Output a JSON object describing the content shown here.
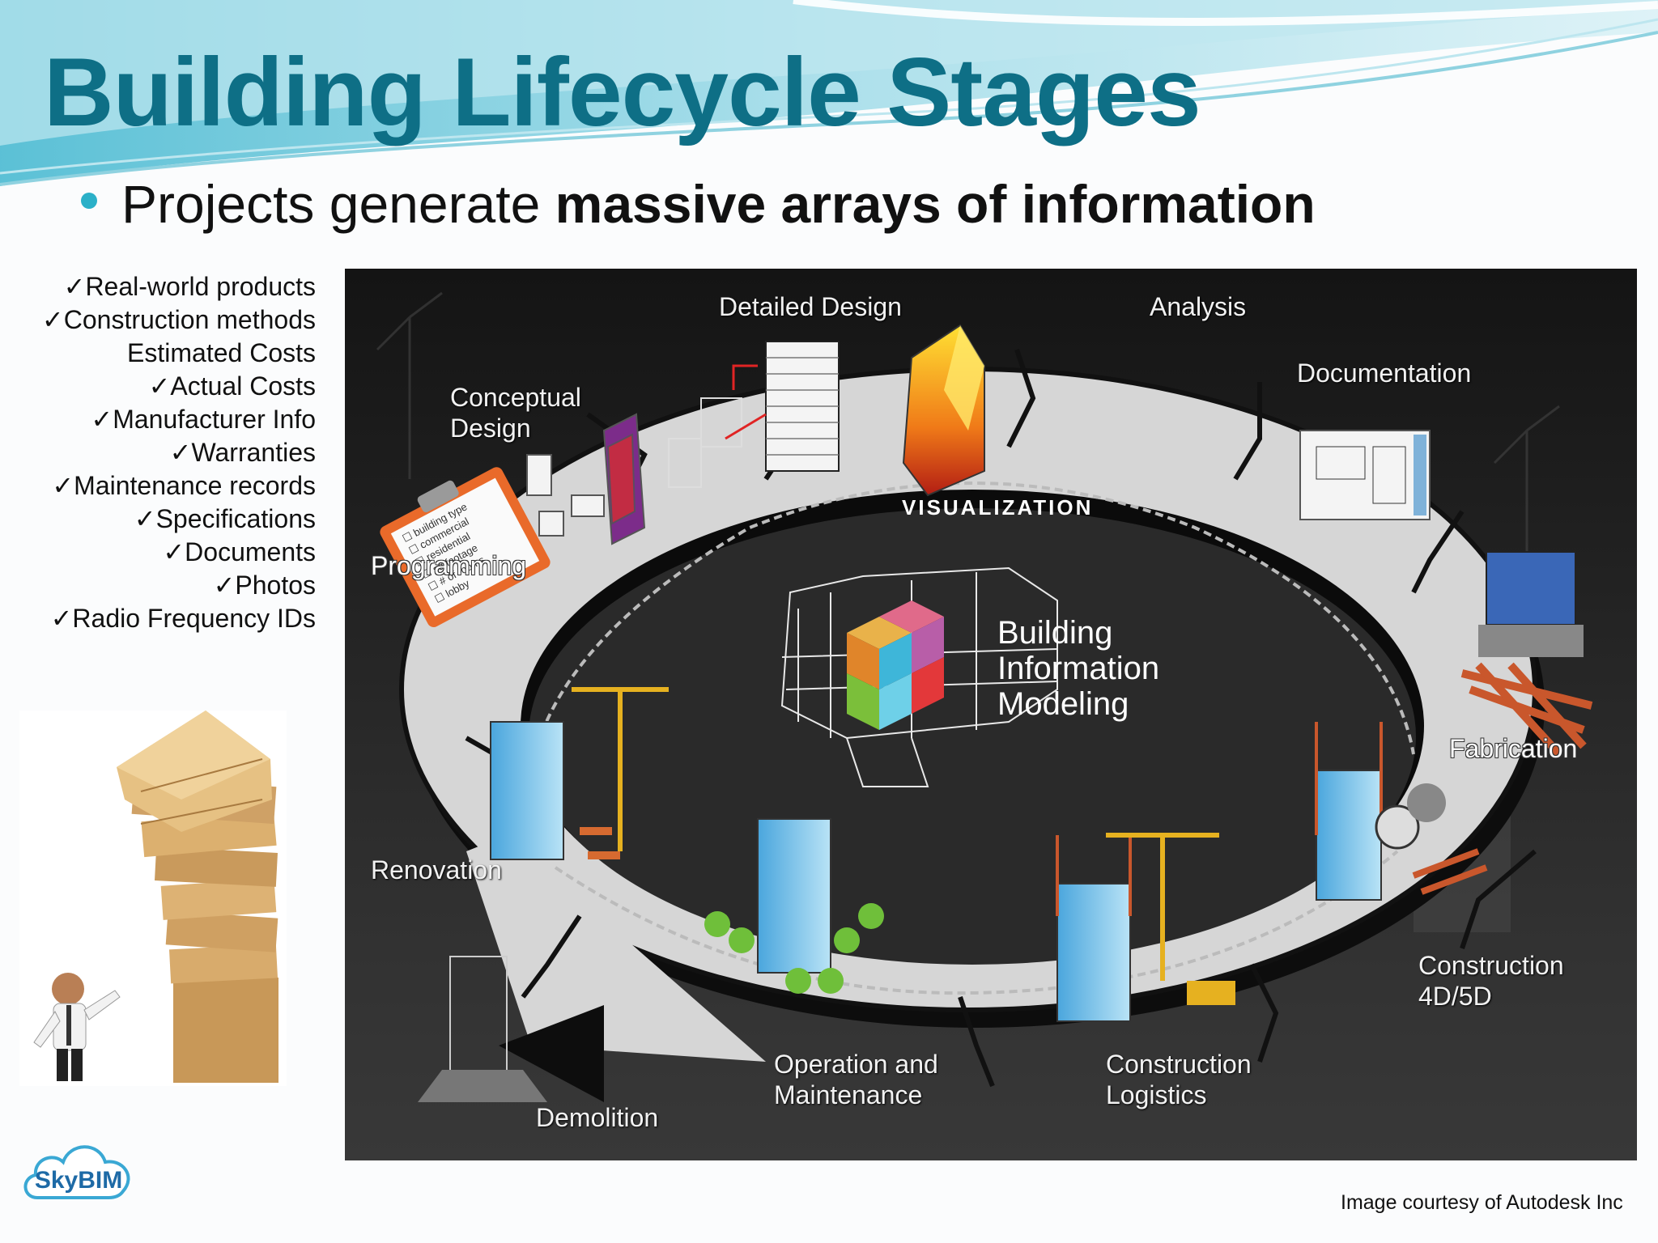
{
  "slide": {
    "title": "Building Lifecycle Stages",
    "headline_normal": "Projects generate ",
    "headline_bold": "massive arrays of information"
  },
  "info_list": [
    "✓Real-world products",
    "✓Construction methods",
    "Estimated  Costs",
    "✓Actual Costs",
    "✓Manufacturer Info",
    "✓Warranties",
    "✓Maintenance  records",
    "✓Specifications",
    "✓Documents",
    "✓Photos",
    "✓Radio Frequency IDs"
  ],
  "lifecycle": {
    "center_lines": [
      "Building",
      "Information",
      "Modeling"
    ],
    "ring_label": "VISUALIZATION",
    "clipboard_items": [
      "building type",
      "commercial",
      "residential",
      "sq footage",
      "# of rooms",
      "lobby"
    ],
    "stages": {
      "detailed_design": "Detailed Design",
      "analysis": "Analysis",
      "conceptual_design_1": "Conceptual",
      "conceptual_design_2": "Design",
      "documentation": "Documentation",
      "programming": "Programming",
      "fabrication": "Fabrication",
      "renovation": "Renovation",
      "construction_4d5d_1": "Construction",
      "construction_4d5d_2": "4D/5D",
      "operation_1": "Operation and",
      "operation_2": "Maintenance",
      "logistics_1": "Construction",
      "logistics_2": "Logistics",
      "demolition": "Demolition"
    }
  },
  "logo_text": "SkyBIM",
  "credit": "Image courtesy of Autodesk Inc",
  "colors": {
    "title": "#0e6f86",
    "bullet": "#2bb0c8",
    "wave": "#55c3d8",
    "ring": "#d7d7d7",
    "background_dark": "#151515"
  }
}
